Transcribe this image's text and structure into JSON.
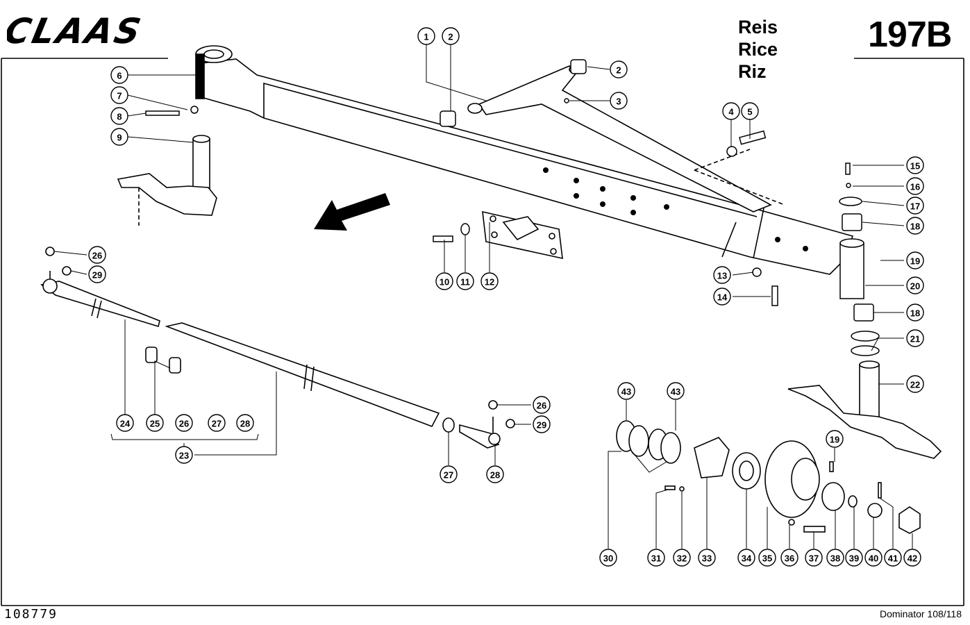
{
  "header": {
    "logo_text": "CLAAS",
    "languages": [
      "Reis",
      "Rice",
      "Riz"
    ],
    "page_number": "197B"
  },
  "footer": {
    "document_number": "108779",
    "model": "Dominator 108/118"
  },
  "callouts": [
    "1",
    "2",
    "2",
    "3",
    "4",
    "5",
    "6",
    "7",
    "8",
    "9",
    "10",
    "11",
    "12",
    "13",
    "14",
    "15",
    "16",
    "17",
    "18",
    "19",
    "20",
    "18",
    "21",
    "22",
    "23",
    "24",
    "25",
    "26",
    "27",
    "28",
    "26",
    "29",
    "26",
    "27",
    "28",
    "29",
    "30",
    "31",
    "32",
    "33",
    "34",
    "35",
    "36",
    "37",
    "38",
    "39",
    "40",
    "41",
    "42",
    "43",
    "43",
    "19"
  ]
}
